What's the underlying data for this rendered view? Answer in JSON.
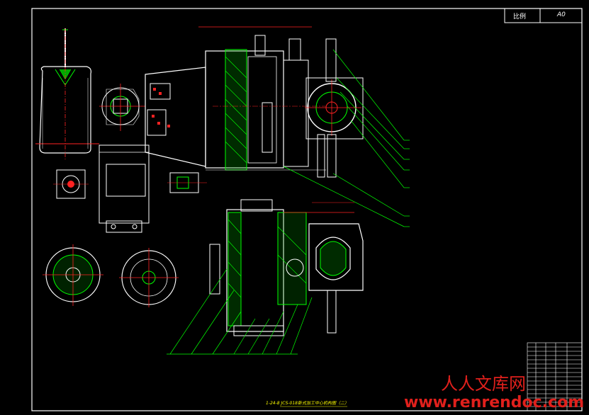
{
  "title_block": {
    "scale_label": "比例",
    "paper_size": "A0"
  },
  "drawing_caption": "1-24-8 JCS-018卧式加工中心机构图（二）",
  "watermark": {
    "cn": "人人文库网",
    "url": "www.renrendoc.com"
  },
  "colors": {
    "background": "#000000",
    "border": "#ffffff",
    "section": "#ff2020",
    "hatch": "#00cc00",
    "leader": "#00ff00",
    "label": "#ffff00",
    "outline": "#ffffff",
    "watermark": "#e0201c"
  }
}
